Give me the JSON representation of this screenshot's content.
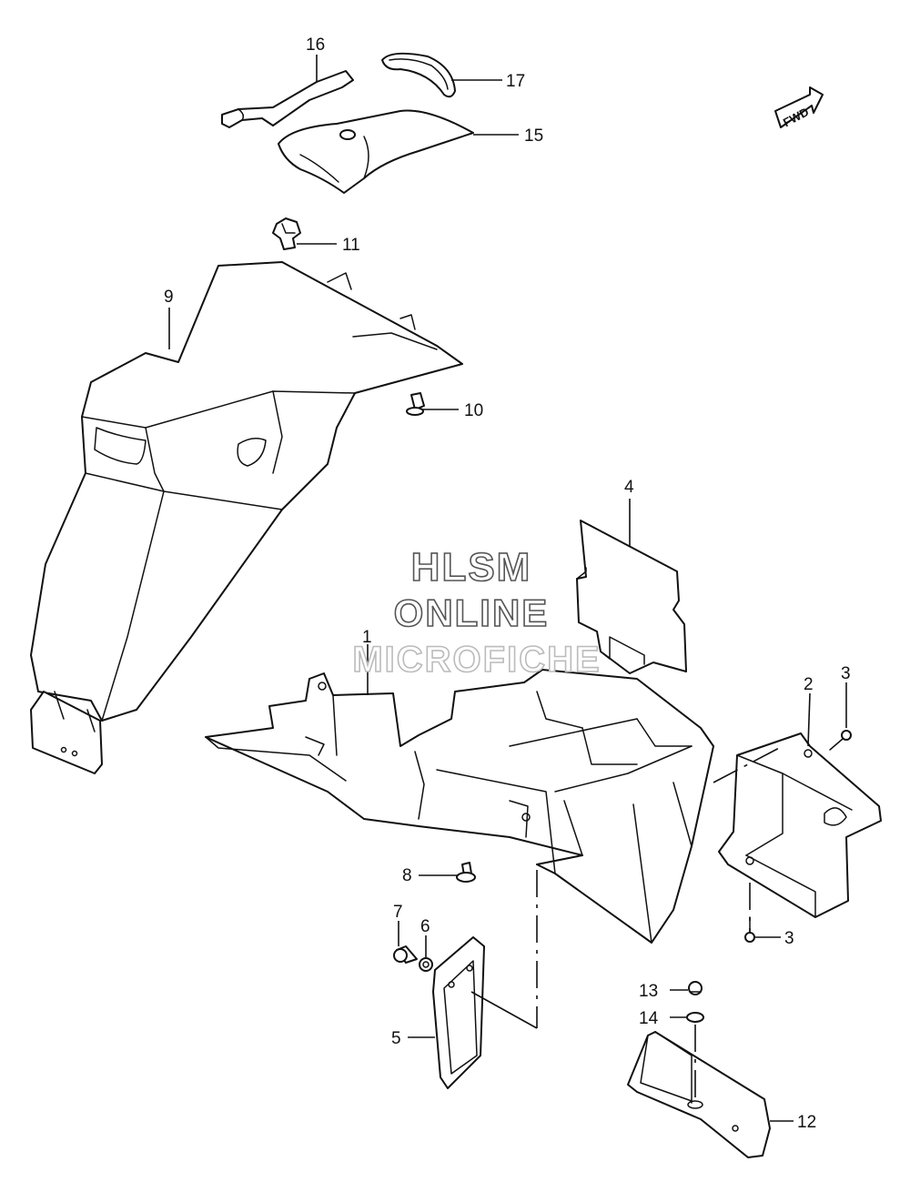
{
  "watermark": {
    "line1": "HLSM",
    "line2": "ONLINE",
    "line3": "MICROFICHE"
  },
  "direction_badge": {
    "label": "FWD",
    "icon": "forward-arrow-icon"
  },
  "callouts": [
    "16",
    "17",
    "15",
    "11",
    "9",
    "10",
    "4",
    "1",
    "3",
    "2",
    "8",
    "7",
    "6",
    "3",
    "13",
    "14",
    "5",
    "12"
  ],
  "colors": {
    "line": "#111111",
    "background": "#ffffff",
    "watermark_outline": "#555555"
  }
}
